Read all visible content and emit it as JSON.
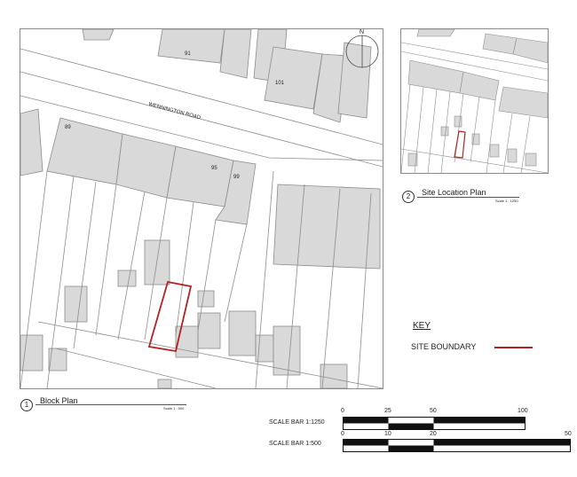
{
  "block_plan": {
    "number": "1",
    "title": "Block Plan",
    "scale": "Scale 1 : 500",
    "road_name": "WENNINGTON ROAD",
    "north": "N",
    "house_numbers": [
      "91",
      "101",
      "89",
      "95",
      "99"
    ]
  },
  "location_plan": {
    "number": "2",
    "title": "Site Location Plan",
    "scale": "Scale 1 : 1250"
  },
  "key": {
    "title": "KEY",
    "items": [
      {
        "label": "SITE BOUNDARY",
        "color": "#b22222"
      }
    ]
  },
  "scale_bars": [
    {
      "label": "SCALE BAR 1:1250",
      "ticks": [
        "0",
        "25",
        "50",
        "100"
      ]
    },
    {
      "label": "SCALE BAR 1:500",
      "ticks": [
        "0",
        "10",
        "20",
        "50"
      ]
    }
  ],
  "colors": {
    "building": "#d9d9d9",
    "line": "#8c8c8c",
    "boundary": "#b22222"
  }
}
